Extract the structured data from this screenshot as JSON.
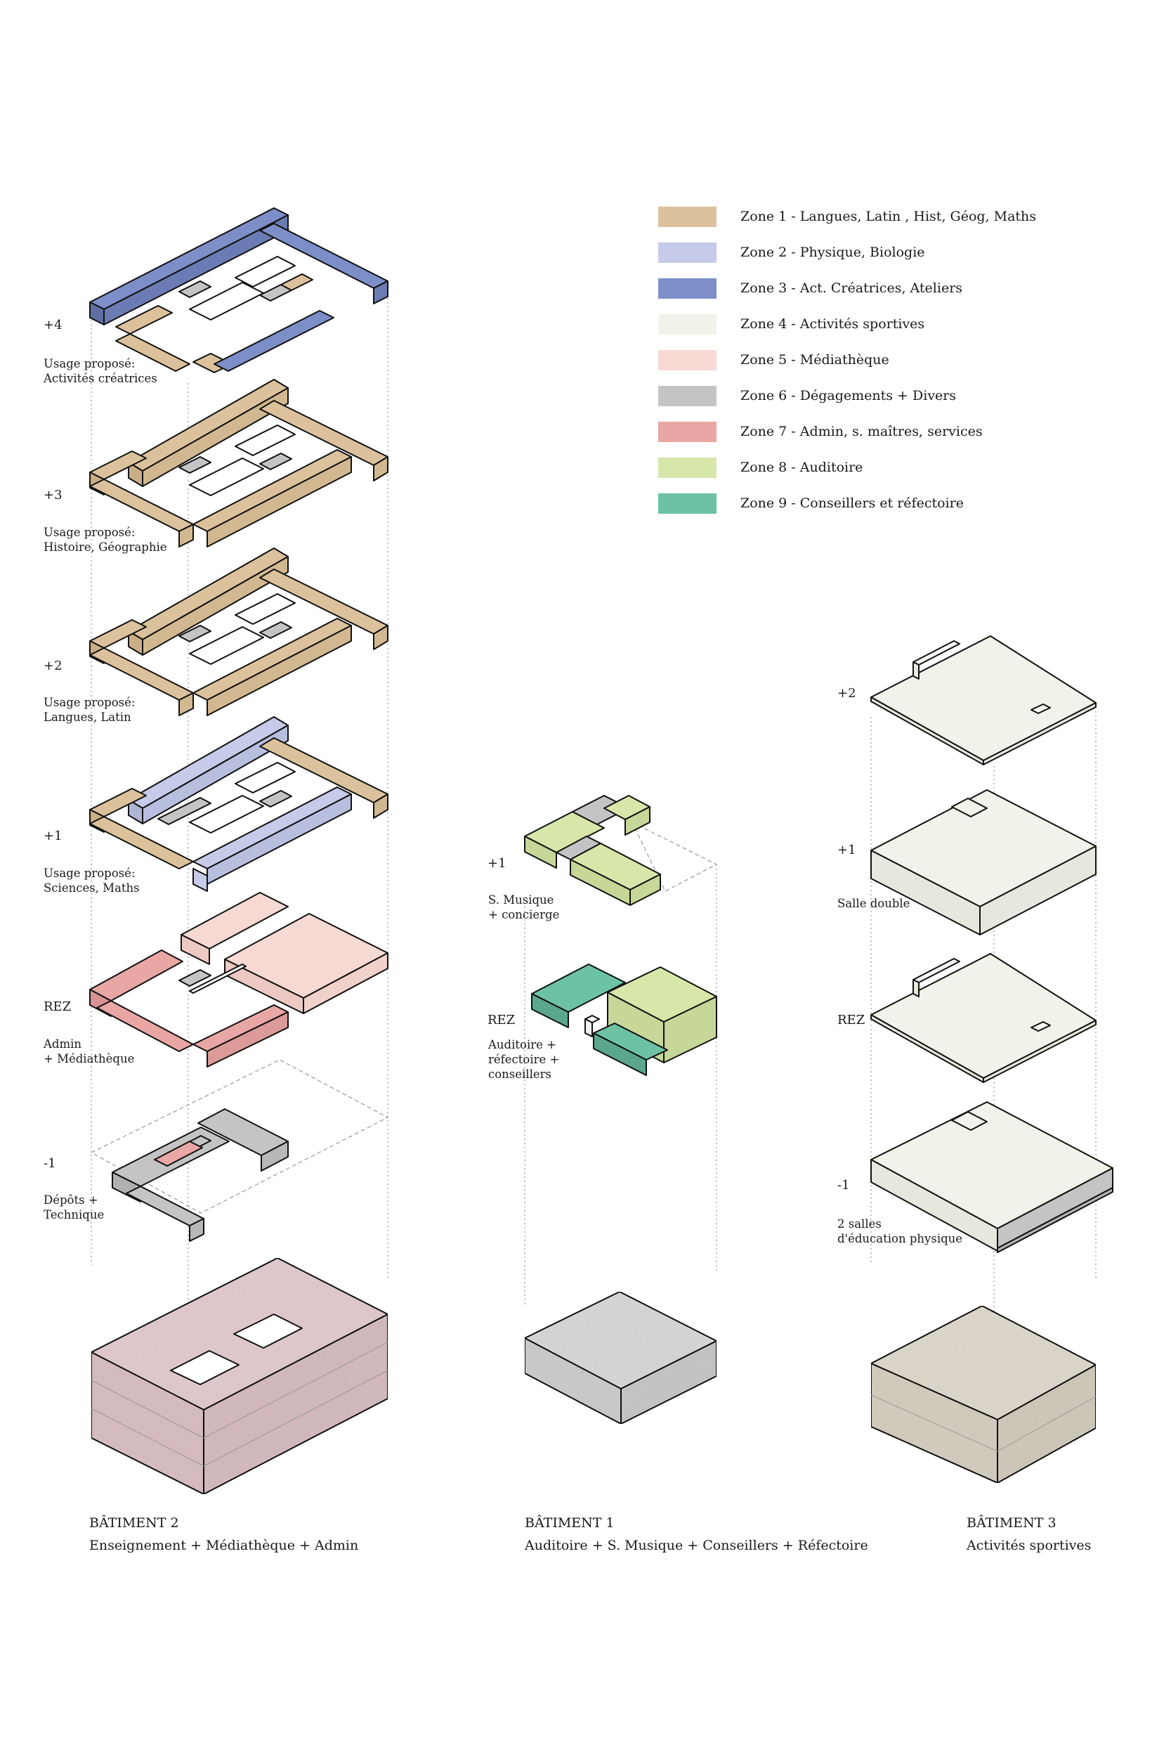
{
  "legend": [
    {
      "label": "Zone 1 - Langues, Latin , Hist, Géog, Maths",
      "color": "#dcc29c"
    },
    {
      "label": "Zone 2 - Physique, Biologie",
      "color": "#c5cbe8"
    },
    {
      "label": "Zone 3 - Act. Créatrices, Ateliers",
      "color": "#7d8ec9"
    },
    {
      "label": "Zone 4 - Activités sportives",
      "color": "#f1f2ea"
    },
    {
      "label": "Zone 5 - Médiathèque",
      "color": "#f6d9d3"
    },
    {
      "label": "Zone 6 - Dégagements + Divers",
      "color": "#c4c4c4"
    },
    {
      "label": "Zone 7 - Admin, s. maîtres, services",
      "color": "#e8a6a4"
    },
    {
      "label": "Zone 8 - Auditoire",
      "color": "#d6e7a9"
    },
    {
      "label": "Zone 9 - Conseillers et réfectoire",
      "color": "#6cc3a4"
    }
  ],
  "batiment2": {
    "title": "BÂTIMENT 2",
    "subtitle": "Enseignement + Médiathèque + Admin",
    "levels": [
      {
        "level": "+4",
        "usage": "Usage proposé:\nActivités créatrices"
      },
      {
        "level": "+3",
        "usage": "Usage proposé:\nHistoire, Géographie"
      },
      {
        "level": "+2",
        "usage": "Usage proposé:\nLangues, Latin"
      },
      {
        "level": "+1",
        "usage": "Usage proposé:\nSciences, Maths"
      },
      {
        "level": "REZ",
        "usage": "Admin\n+ Médiathèque"
      },
      {
        "level": "-1",
        "usage": "Dépôts +\nTechnique"
      }
    ]
  },
  "batiment1": {
    "title": "BÂTIMENT 1",
    "subtitle": "Auditoire + S. Musique + Conseillers + Réfectoire",
    "levels": [
      {
        "level": "+1",
        "usage": "S. Musique\n+ concierge"
      },
      {
        "level": "REZ",
        "usage": "Auditoire +\nréfectoire +\nconseillers"
      }
    ]
  },
  "batiment3": {
    "title": "BÂTIMENT 3",
    "subtitle": "Activités sportives",
    "levels": [
      {
        "level": "+2",
        "usage": ""
      },
      {
        "level": "+1",
        "usage": "Salle double"
      },
      {
        "level": "REZ",
        "usage": ""
      },
      {
        "level": "-1",
        "usage": "2 salles\nd'éducation physique"
      }
    ]
  },
  "colors": {
    "zone1": "#dcc29c",
    "zone2": "#c5cbe8",
    "zone3": "#7d8ec9",
    "zone4": "#f1f2ea",
    "zone5": "#f6d9d3",
    "zone6": "#c4c4c4",
    "zone7": "#e8a6a4",
    "zone8": "#d6e7a9",
    "zone9": "#6cc3a4",
    "site_b2": "#e6cfd2",
    "site_b1": "#dcdcdc",
    "site_b3": "#e2ddd0"
  }
}
